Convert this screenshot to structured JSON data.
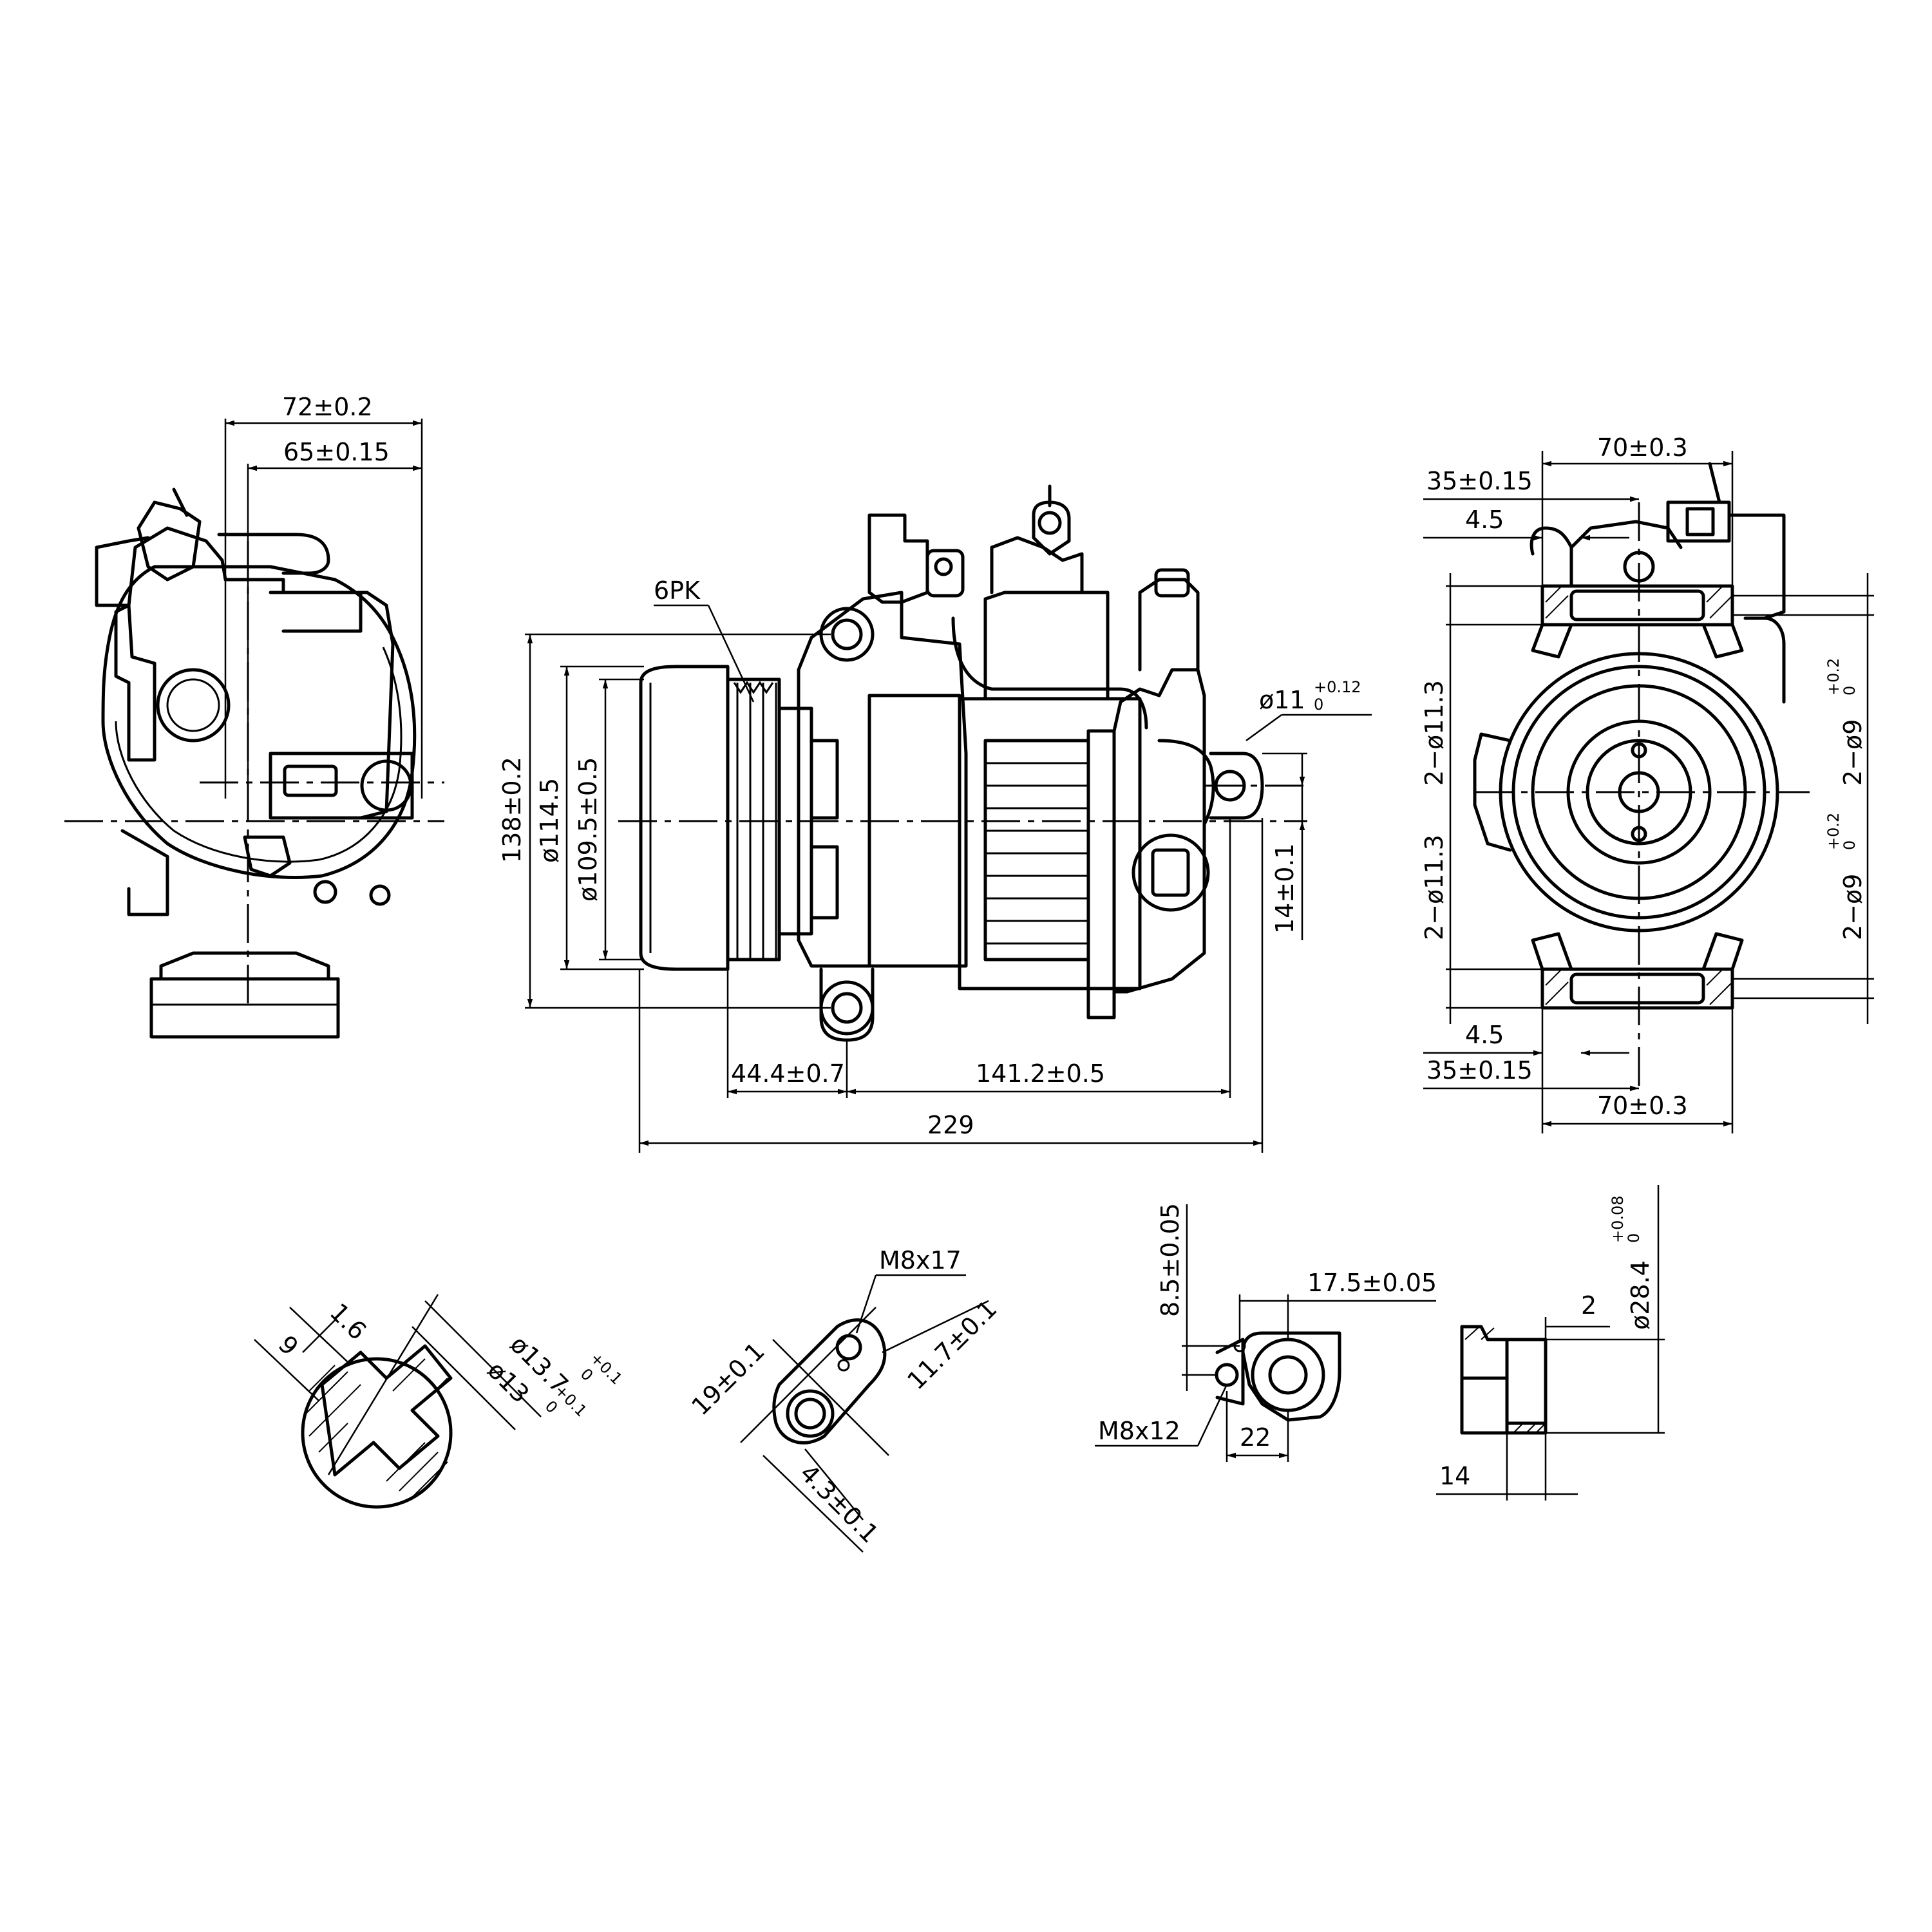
{
  "front_view": {
    "dim_overall_width": "72±0.2",
    "dim_mount_width": "65±0.15"
  },
  "side_view": {
    "pulley_label": "6PK",
    "dim_body_height": "138±0.2",
    "dim_pulley_outer": "ø114.5",
    "dim_pulley_inner": "ø109.5±0.5",
    "dim_port_diameter": "ø11",
    "dim_port_diameter_tol_upper": "+0.12",
    "dim_port_diameter_tol_lower": "0",
    "dim_port_offset": "14±0.1",
    "dim_pulley_offset": "44.4±0.7",
    "dim_body_length": "141.2±0.5",
    "dim_total_length": "229"
  },
  "rear_view": {
    "dim_top_width": "70±0.3",
    "dim_top_half": "35±0.15",
    "dim_top_small": "4.5",
    "dim_hole_upper": "2−ø11.3",
    "dim_hole_lower": "2−ø11.3",
    "dim_bore_upper": "2−ø9",
    "dim_bore_upper_tol_upper": "+0.2",
    "dim_bore_upper_tol_lower": "0",
    "dim_bore_lower": "2−ø9",
    "dim_bore_lower_tol_upper": "+0.2",
    "dim_bore_lower_tol_lower": "0",
    "dim_bottom_small": "4.5",
    "dim_bottom_half": "35±0.15",
    "dim_bottom_width": "70±0.3"
  },
  "detail_1": {
    "dim_a": "9",
    "dim_b": "1.6",
    "dim_c": "ø13.7",
    "dim_c_tol": "+0.1",
    "dim_c_tol_lower": "0",
    "dim_d": "ø13",
    "dim_d_tol": "+0.1",
    "dim_d_tol_lower": "0"
  },
  "detail_2": {
    "thread": "M8x17",
    "dim_a": "19±0.1",
    "dim_b": "11.7±0.1",
    "dim_c": "4.3±0.1"
  },
  "detail_3": {
    "dim_a": "8.5±0.05",
    "dim_b": "17.5±0.05",
    "thread": "M8x12",
    "dim_c": "22"
  },
  "detail_4": {
    "dim_a": "2",
    "dim_b": "ø28.4",
    "dim_b_tol_upper": "+0.08",
    "dim_b_tol_lower": "0",
    "dim_c": "14"
  }
}
